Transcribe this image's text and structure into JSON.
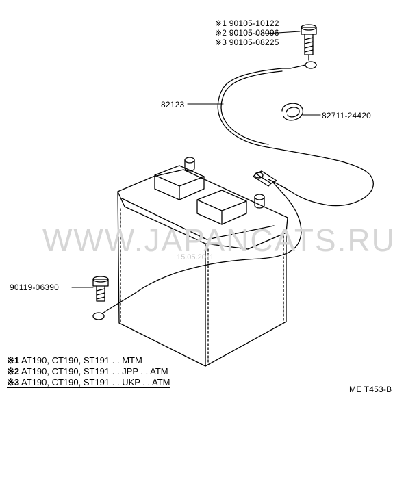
{
  "watermark": {
    "text": "WWW.JAPANCATS.RU",
    "date": "15.05.2011"
  },
  "parts": {
    "bolt_top": [
      {
        "mark": "※1",
        "number": "90105-10122"
      },
      {
        "mark": "※2",
        "number": "90105-08096"
      },
      {
        "mark": "※3",
        "number": "90105-08225"
      }
    ],
    "cable": "82123",
    "clamp": "82711-24420",
    "bolt_left": "90119-06390"
  },
  "notes": [
    {
      "mark": "※1",
      "text": "AT190, CT190, ST191 . . MTM"
    },
    {
      "mark": "※2",
      "text": "AT190, CT190, ST191 . . JPP . . ATM"
    },
    {
      "mark": "※3",
      "text": "AT190, CT190, ST191 . . UKP . . ATM"
    }
  ],
  "diagram_code": "ME T453-B"
}
